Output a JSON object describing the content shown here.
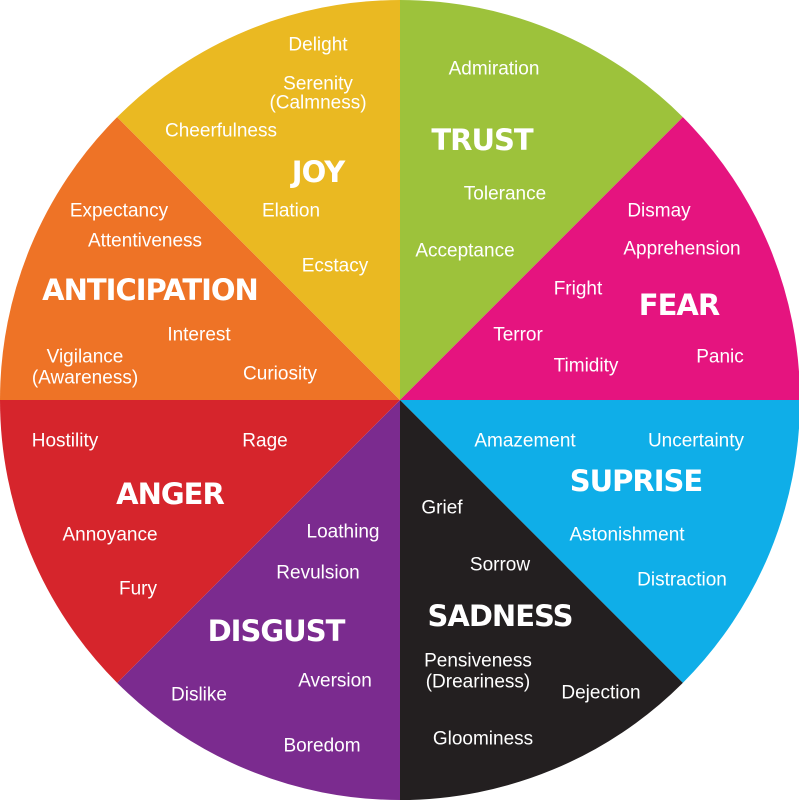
{
  "colors": {
    "joy": "#EAB922",
    "trust": "#9DC23B",
    "fear": "#E5147F",
    "surprise": "#0FAEE8",
    "sadness": "#231F20",
    "disgust": "#7B2B8F",
    "anger": "#D6252C",
    "anticipation": "#EE7326"
  },
  "joy": {
    "title": "JOY",
    "words": [
      "Delight",
      "Serenity",
      "(Calmness)",
      "Cheerfulness",
      "Elation",
      "Ecstacy"
    ]
  },
  "trust": {
    "title": "TRUST",
    "words": [
      "Admiration",
      "Tolerance",
      "Acceptance"
    ]
  },
  "fear": {
    "title": "FEAR",
    "words": [
      "Dismay",
      "Apprehension",
      "Fright",
      "Terror",
      "Timidity",
      "Panic"
    ]
  },
  "anticipation": {
    "title": "ANTICIPATION",
    "words": [
      "Expectancy",
      "Attentiveness",
      "Interest",
      "Vigilance",
      "(Awareness)",
      "Curiosity"
    ]
  },
  "anger": {
    "title": "ANGER",
    "words": [
      "Hostility",
      "Rage",
      "Annoyance",
      "Fury"
    ]
  },
  "disgust": {
    "title": "DISGUST",
    "words": [
      "Loathing",
      "Revulsion",
      "Aversion",
      "Dislike",
      "Boredom"
    ]
  },
  "sadness": {
    "title": "SADNESS",
    "words": [
      "Grief",
      "Sorrow",
      "Pensiveness",
      "(Dreariness)",
      "Dejection",
      "Gloominess"
    ]
  },
  "surprise": {
    "title": "SUPRISE",
    "words": [
      "Amazement",
      "Uncertainty",
      "Astonishment",
      "Distraction"
    ]
  }
}
